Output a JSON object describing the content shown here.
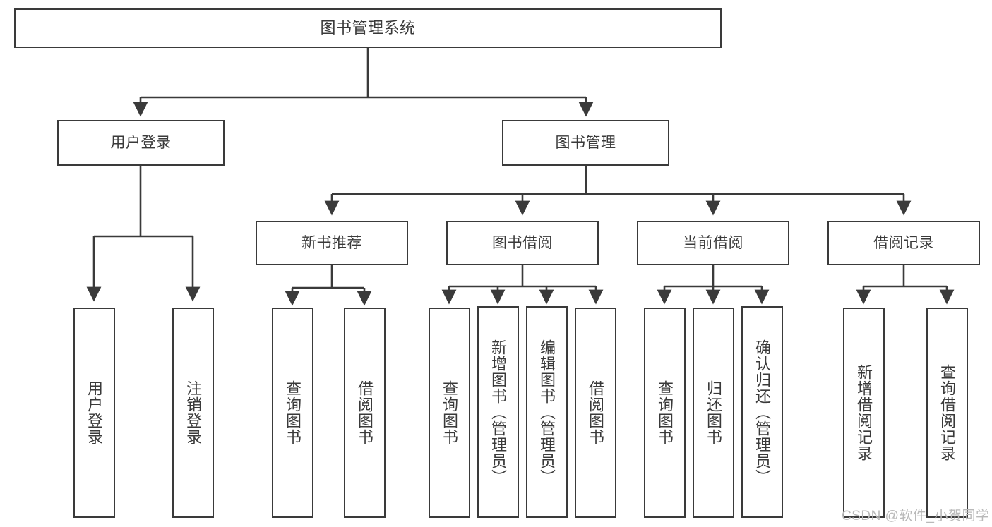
{
  "diagram": {
    "title": "图书管理系统",
    "type": "tree-hierarchy-diagram",
    "colors": {
      "stroke": "#3a3a3a",
      "fill": "#ffffff",
      "text": "#3a3a3a",
      "watermark": "#b9b9b9"
    },
    "nodes": {
      "root": {
        "label": "图书管理系统"
      },
      "level2": [
        {
          "label": "用户登录"
        },
        {
          "label": "图书管理"
        }
      ],
      "level3": [
        {
          "label": "新书推荐"
        },
        {
          "label": "图书借阅"
        },
        {
          "label": "当前借阅"
        },
        {
          "label": "借阅记录"
        }
      ],
      "leaves_user_login": [
        {
          "label": "用户登录"
        },
        {
          "label": "注销登录"
        }
      ],
      "leaves_new_book": [
        {
          "label": "查询图书"
        },
        {
          "label": "借阅图书"
        }
      ],
      "leaves_borrow": [
        {
          "label": "查询图书"
        },
        {
          "label": "新增图书（管理员）"
        },
        {
          "label": "编辑图书（管理员）"
        },
        {
          "label": "借阅图书"
        }
      ],
      "leaves_current": [
        {
          "label": "查询图书"
        },
        {
          "label": "归还图书"
        },
        {
          "label": "确认归还（管理员）"
        }
      ],
      "leaves_record": [
        {
          "label": "新增借阅记录"
        },
        {
          "label": "查询借阅记录"
        }
      ]
    },
    "watermark": "CSDN @软件_小贺同学"
  }
}
